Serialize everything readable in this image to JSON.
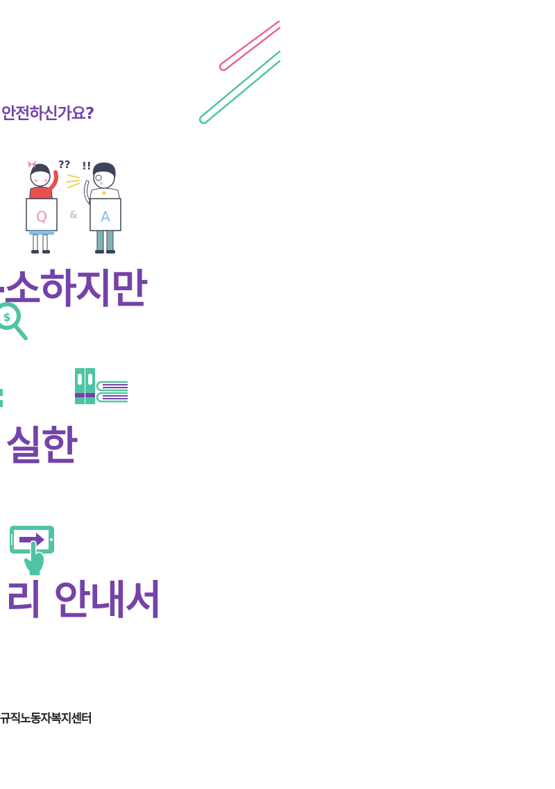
{
  "document": {
    "subtitle": "안전하신가요?",
    "headline_lines": [
      "소하지만",
      "실한",
      "리 안내서"
    ],
    "footer_org": "규직노동자복지센터"
  },
  "illustration": {
    "qa_card_left": "Q",
    "qa_connector": "&",
    "qa_card_right": "A",
    "question_marks": "??",
    "exclamation_marks": "!!"
  },
  "colors": {
    "primary_purple": "#7442a8",
    "accent_teal": "#4fc4a4",
    "accent_pink": "#e8649a",
    "footer_text": "#222222",
    "background": "#ffffff"
  }
}
